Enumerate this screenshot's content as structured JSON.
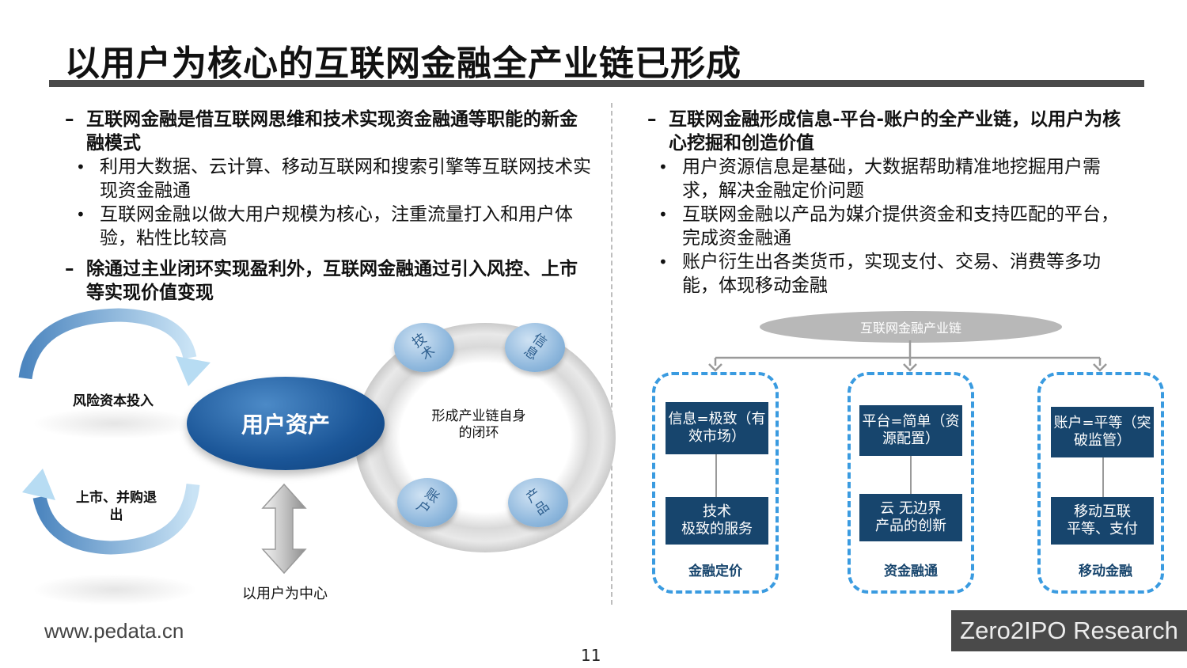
{
  "title": "以用户为核心的互联网金融全产业链已形成",
  "left": {
    "dash1": "互联网金融是借互联网思维和技术实现资金融通等职能的新金融模式",
    "bullets1": [
      "利用大数据、云计算、移动互联网和搜索引擎等互联网技术实现资金融通",
      "互联网金融以做大用户规模为核心，注重流量打入和用户体验，粘性比较高"
    ],
    "dash2": "除通过主业闭环实现盈利外，互联网金融通过引入风控、上市等实现价值变现"
  },
  "right": {
    "dash1": "互联网金融形成信息-平台-账户的全产业链，以用户为核心挖掘和创造价值",
    "bullets": [
      "用户资源信息是基础，大数据帮助精准地挖掘用户需求，解决金融定价问题",
      "互联网金融以产品为媒介提供资金和支持匹配的平台，完成资金融通",
      "账户衍生出各类货币，实现支付、交易、消费等多功能，体现移动金融"
    ]
  },
  "cycle": {
    "top_label": "风险资本投入",
    "bottom_label": "上市、并购退出",
    "user_asset": "用户资产",
    "ring_center": "形成产业链自身的闭环",
    "nodes": {
      "tech": "技术",
      "info": "信息",
      "account": "账户",
      "product": "产品"
    },
    "center_note": "以用户为中心"
  },
  "chain": {
    "title": "互联网金融产业链",
    "groups": [
      {
        "top_box": "信息=极致（有效市场）",
        "bottom_box": "技术\n极致的服务",
        "label": "金融定价"
      },
      {
        "top_box": "平台=简单（资源配置）",
        "bottom_box": "云 无边界\n产品的创新",
        "label": "资金融通"
      },
      {
        "top_box": "账户=平等（突破监管）",
        "bottom_box": "移动互联\n平等、支付",
        "label": "移动金融"
      }
    ]
  },
  "footer": {
    "url": "www.pedata.cn",
    "page": "11",
    "brand": "Zero2IPO Research"
  },
  "colors": {
    "dark_blue": "#17456d",
    "light_blue": "#3a9be0",
    "gray_bar": "#4a4a4a"
  }
}
